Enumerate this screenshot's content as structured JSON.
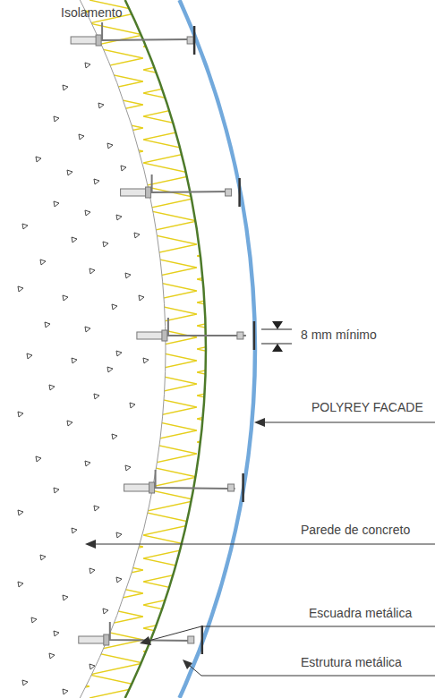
{
  "diagram": {
    "labels": [
      "Isolamento",
      "8 mm mínimo",
      "POLYREY FACADE",
      "Parede de concreto",
      "Escuadra metálica",
      "Estrutura metálica"
    ]
  }
}
